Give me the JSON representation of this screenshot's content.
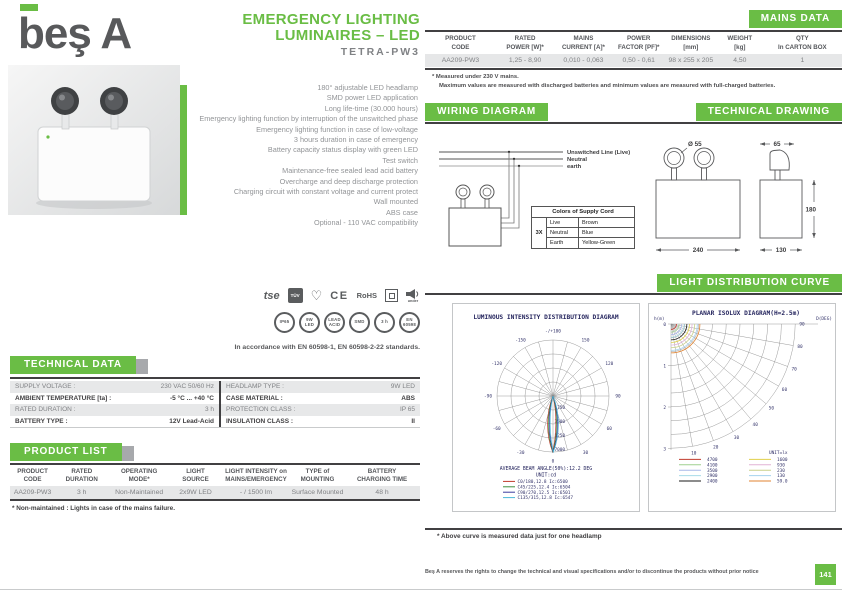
{
  "page": {
    "brand": "beş A",
    "footer": "Beş A reserves the rights to change the technical and visual specifications and/or to discontinue the products without prior notice",
    "page_number": "141"
  },
  "header": {
    "title_line1": "EMERGENCY LIGHTING",
    "title_line2": "LUMINAIRES – LED",
    "model": "TETRA-PW3"
  },
  "features": [
    "180° adjustable LED headlamp",
    "SMD power LED application",
    "Long life-time (30.000 hours)",
    "Emergency lighting function by interruption of the unswitched phase",
    "Emergency lighting function in case of low-voltage",
    "3 hours duration in case of emergency",
    "Battery capacity status display with green LED",
    "Test switch",
    "Maintenance-free sealed lead acid battery",
    "Overcharge and deep discharge protection",
    "Charging circuit with constant voltage and current protect",
    "Wall mounted",
    "ABS case",
    "Optional - 110 VAC compatibility"
  ],
  "mains_data": {
    "section_title": "MAINS DATA",
    "headers": [
      "PRODUCT\nCODE",
      "RATED\nPOWER [W]*",
      "MAINS\nCURRENT [A]*",
      "POWER\nFACTOR [PF]*",
      "DIMENSIONS\n[mm]",
      "WEIGHT\n[kg]",
      "QTY\nIn CARTON BOX"
    ],
    "row": [
      "AA209-PW3",
      "1,25 - 8,90",
      "0,010 - 0,063",
      "0,50 - 0,61",
      "98 x 255 x 205",
      "4,50",
      "1"
    ],
    "footnote1": "* Measured under 230 V mains.",
    "footnote2": "Maximum values are measured with discharged batteries and minimum values are measured with full-charged batteries."
  },
  "wiring": {
    "section_title": "WIRING DIAGRAM",
    "lines": [
      "Unswitched Line (Live)",
      "Neutral",
      "earth"
    ],
    "cord_table": {
      "title": "Colors of Supply Cord",
      "prefix": "3X",
      "rows": [
        [
          "Live",
          "Brown"
        ],
        [
          "Neutral",
          "Blue"
        ],
        [
          "Earth",
          "Yellow-Green"
        ]
      ]
    }
  },
  "technical_drawing": {
    "section_title": "TECHNICAL DRAWING",
    "head_diameter": "Ø 55",
    "head_width": "65",
    "height": "180",
    "width": "240",
    "depth": "130"
  },
  "light_curve": {
    "section_title": "LIGHT DISTRIBUTION CURVE",
    "footnote": "* Above curve is measured data just for one headlamp",
    "polar": {
      "title": "LUMINOUS INTENSITY DISTRIBUTION DIAGRAM",
      "angle_labels": [
        {
          "a": 180,
          "t": "-/+180"
        },
        {
          "a": 150,
          "t": "150"
        },
        {
          "a": 120,
          "t": "120"
        },
        {
          "a": 90,
          "t": "90"
        },
        {
          "a": 60,
          "t": "60"
        },
        {
          "a": 30,
          "t": "30"
        },
        {
          "a": 0,
          "t": "0"
        },
        {
          "a": -30,
          "t": "-30"
        },
        {
          "a": -60,
          "t": "-60"
        },
        {
          "a": -90,
          "t": "-90"
        },
        {
          "a": -120,
          "t": "-120"
        },
        {
          "a": -150,
          "t": "-150"
        }
      ],
      "ring_values": [
        "1750",
        "3500",
        "5250",
        "7000"
      ],
      "avg_beam": "AVERAGE BEAM ANGLE(50%):12.2 DEG",
      "unit": "UNIT:cd",
      "legend": [
        {
          "color": "#c0392b",
          "label": "C0/180,12.8 Ic:6500"
        },
        {
          "color": "#3d8f3d",
          "label": "C45/225,12.4 Ic:6504"
        },
        {
          "color": "#3a3a9e",
          "label": "C90/270,12.5 Ic:6501"
        },
        {
          "color": "#4ab8d8",
          "label": "C135/315,12.8 Ic:6547"
        }
      ]
    },
    "isolux": {
      "title": "PLANAR ISOLUX DIAGRAM(H=2.5m)",
      "y_label": "h(m)",
      "corner_label": "D(DEG)",
      "y_ticks": [
        "0",
        "1",
        "2",
        "3"
      ],
      "angle_ticks": [
        "90",
        "80",
        "70",
        "60",
        "50",
        "40",
        "30",
        "20",
        "10"
      ],
      "unit": "UNIT=lx",
      "legend_left": [
        {
          "v": "4700",
          "c": "#c0392b"
        },
        {
          "v": "4100",
          "c": "#9fd08f"
        },
        {
          "v": "3500",
          "c": "#a9b8e8"
        },
        {
          "v": "2900",
          "c": "#a8dce8"
        },
        {
          "v": "2400",
          "c": "#1a1a1a"
        }
      ],
      "legend_right": [
        {
          "v": "1600",
          "c": "#e0cf4a"
        },
        {
          "v": "930",
          "c": "#e2b4d6"
        },
        {
          "v": "230",
          "c": "#c9d08b"
        },
        {
          "v": "130",
          "c": "#a5d2ee"
        },
        {
          "v": "59.0",
          "c": "#e08330"
        }
      ]
    }
  },
  "certifications": {
    "marks": {
      "tse": "tse",
      "tuv": "TÜV",
      "heart": "♡",
      "ce": "CE",
      "rohs": "RoHS",
      "under": "under"
    },
    "badges": [
      "IP65",
      "9W\nLED",
      "LEAD\nACID",
      "SMD",
      "3 h",
      "EN\n60598"
    ],
    "standards_note": "In accordance with EN 60598-1, EN 60598-2-22 standards."
  },
  "technical_data": {
    "section_title": "TECHNICAL DATA",
    "left": [
      [
        "SUPPLY VOLTAGE :",
        "230 VAC 50/60 Hz"
      ],
      [
        "AMBIENT TEMPERATURE [ta] :",
        "-5 °C ... +40 °C"
      ],
      [
        "RATED DURATION :",
        "3 h"
      ],
      [
        "BATTERY TYPE :",
        "12V Lead-Acid"
      ]
    ],
    "right": [
      [
        "HEADLAMP TYPE :",
        "9W LED"
      ],
      [
        "CASE MATERIAL :",
        "ABS"
      ],
      [
        "PROTECTION CLASS :",
        "IP 65"
      ],
      [
        "INSULATION CLASS :",
        "II"
      ]
    ]
  },
  "product_list": {
    "section_title": "PRODUCT LIST",
    "headers": [
      "PRODUCT\nCODE",
      "RATED\nDURATION",
      "OPERATING\nMODE*",
      "LIGHT\nSOURCE",
      "LIGHT INTENSITY on\nMAINS/EMERGENCY",
      "TYPE of\nMOUNTING",
      "BATTERY\nCHARGING TIME"
    ],
    "row": [
      "AA209-PW3",
      "3 h",
      "Non-Maintained",
      "2x9W LED",
      "- / 1500 lm",
      "Surface Mounted",
      "48 h"
    ],
    "footnote": "* Non-maintained : Lights in case of the mains failure."
  }
}
